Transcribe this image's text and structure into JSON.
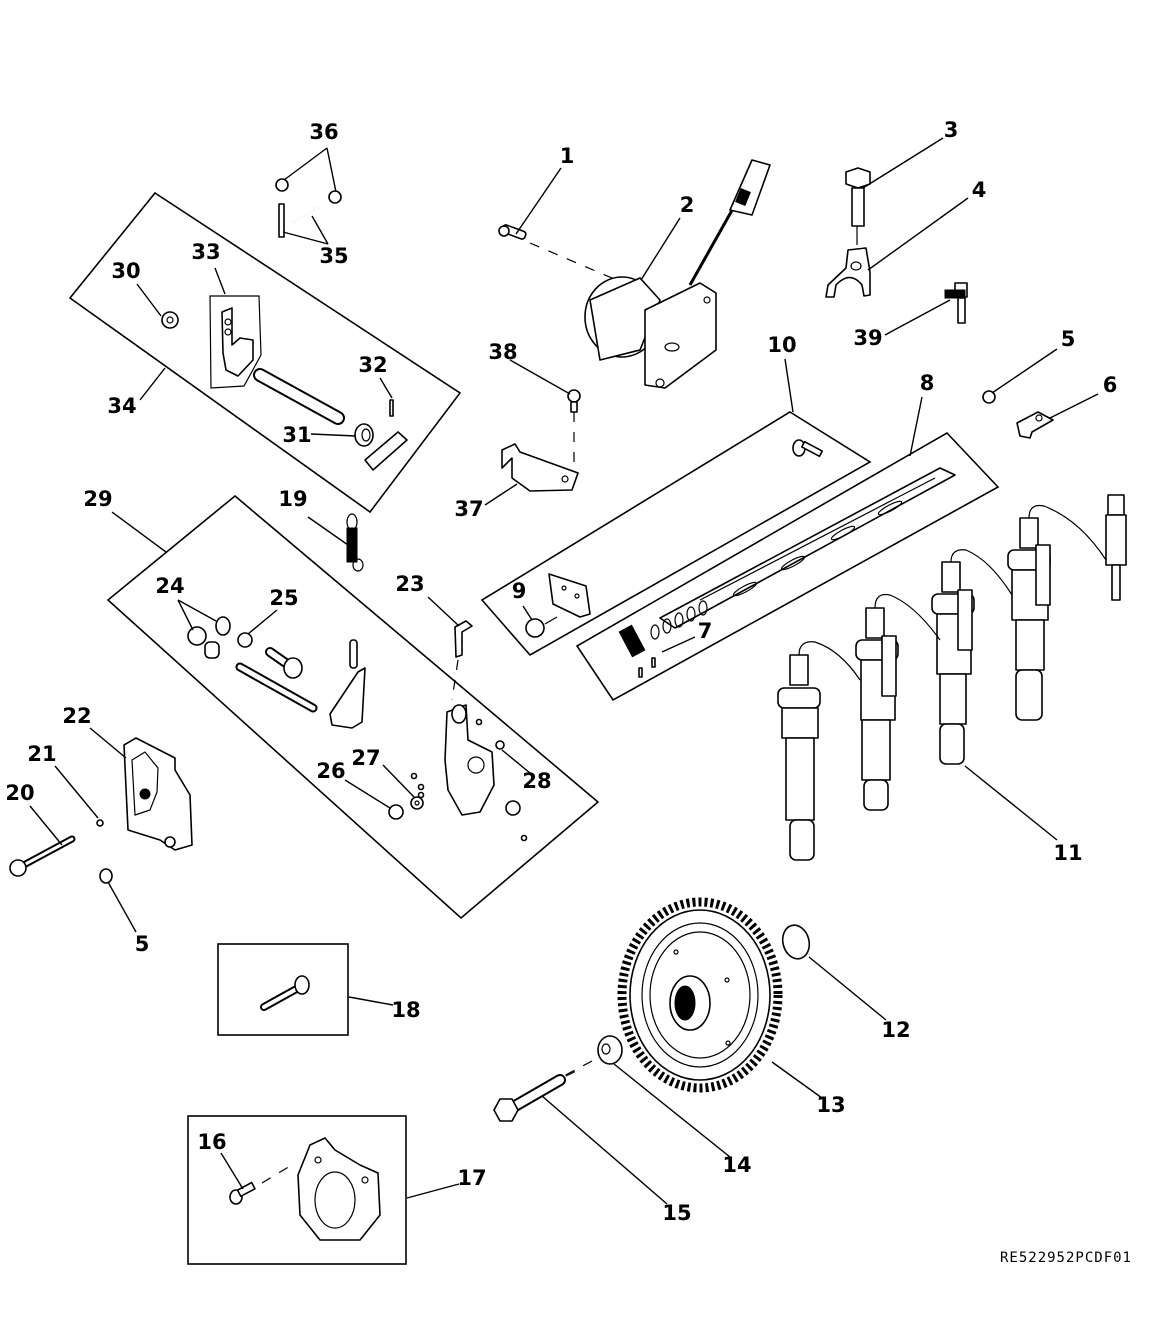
{
  "diagram": {
    "type": "exploded-parts-diagram",
    "subject": "Fuel injection pump components",
    "document_reference": "RE522952PCDF01"
  },
  "callouts": [
    {
      "id": "1",
      "label": "1",
      "part": "cap screw"
    },
    {
      "id": "2",
      "label": "2",
      "part": "actuator with connector"
    },
    {
      "id": "3",
      "label": "3",
      "part": "flange bolt"
    },
    {
      "id": "4",
      "label": "4",
      "part": "clamp fork"
    },
    {
      "id": "5a",
      "label": "5",
      "part": "plug"
    },
    {
      "id": "5b",
      "label": "5",
      "part": "plug"
    },
    {
      "id": "6",
      "label": "6",
      "part": "clip"
    },
    {
      "id": "7",
      "label": "7",
      "part": "spring pin"
    },
    {
      "id": "8",
      "label": "8",
      "part": "control rack kit"
    },
    {
      "id": "9",
      "label": "9",
      "part": "cap screw"
    },
    {
      "id": "10",
      "label": "10",
      "part": "sensor kit"
    },
    {
      "id": "11",
      "label": "11",
      "part": "injection pump elements with lines"
    },
    {
      "id": "12",
      "label": "12",
      "part": "o-ring"
    },
    {
      "id": "13",
      "label": "13",
      "part": "drive gear"
    },
    {
      "id": "14",
      "label": "14",
      "part": "washer"
    },
    {
      "id": "15",
      "label": "15",
      "part": "flange bolt"
    },
    {
      "id": "16",
      "label": "16",
      "part": "cap screw"
    },
    {
      "id": "17",
      "label": "17",
      "part": "bearing housing kit"
    },
    {
      "id": "18",
      "label": "18",
      "part": "screw kit"
    },
    {
      "id": "19",
      "label": "19",
      "part": "spring"
    },
    {
      "id": "20",
      "label": "20",
      "part": "cap screw"
    },
    {
      "id": "21",
      "label": "21",
      "part": "washer"
    },
    {
      "id": "22",
      "label": "22",
      "part": "cover"
    },
    {
      "id": "23",
      "label": "23",
      "part": "clip"
    },
    {
      "id": "24",
      "label": "24",
      "part": "bushing"
    },
    {
      "id": "25",
      "label": "25",
      "part": "nut"
    },
    {
      "id": "26",
      "label": "26",
      "part": "nut"
    },
    {
      "id": "27",
      "label": "27",
      "part": "washer"
    },
    {
      "id": "28",
      "label": "28",
      "part": "screw"
    },
    {
      "id": "29",
      "label": "29",
      "part": "governor linkage kit"
    },
    {
      "id": "30",
      "label": "30",
      "part": "nut"
    },
    {
      "id": "31",
      "label": "31",
      "part": "seal"
    },
    {
      "id": "32",
      "label": "32",
      "part": "pin"
    },
    {
      "id": "33",
      "label": "33",
      "part": "lever"
    },
    {
      "id": "34",
      "label": "34",
      "part": "shaft kit"
    },
    {
      "id": "35",
      "label": "35",
      "part": "pin"
    },
    {
      "id": "36",
      "label": "36",
      "part": "nut"
    },
    {
      "id": "37",
      "label": "37",
      "part": "bracket"
    },
    {
      "id": "38",
      "label": "38",
      "part": "cap screw"
    },
    {
      "id": "39",
      "label": "39",
      "part": "sensor"
    }
  ]
}
